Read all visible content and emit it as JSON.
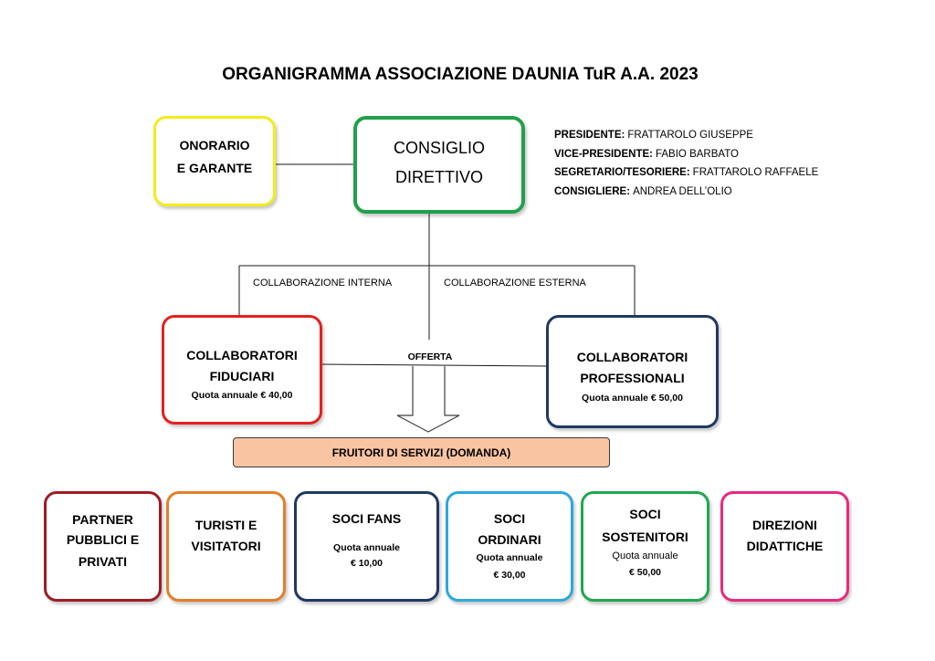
{
  "title": "ORGANIGRAMMA ASSOCIAZIONE DAUNIA TuR A.A. 2023",
  "honorary": {
    "lines": [
      "ONORARIO",
      "E GARANTE"
    ]
  },
  "board": {
    "lines": [
      "CONSIGLIO",
      "DIRETTIVO"
    ]
  },
  "board_members": [
    {
      "role": "PRESIDENTE:",
      "name": "FRATTAROLO GIUSEPPE"
    },
    {
      "role": "VICE-PRESIDENTE:",
      "name": "FABIO BARBATO"
    },
    {
      "role": "SEGRETARIO/TESORIERE:",
      "name": "FRATTAROLO RAFFAELE"
    },
    {
      "role": "CONSIGLIERE:",
      "name": "ANDREA DELL’OLIO"
    }
  ],
  "collaboration": {
    "internal": "COLLABORAZIONE INTERNA",
    "external": "COLLABORAZIONE ESTERNA"
  },
  "offer_label": "OFFERTA",
  "collaborators": {
    "trusted": {
      "lines": [
        "COLLABORATORI",
        "FIDUCIARI"
      ],
      "fee": "Quota annuale € 40,00"
    },
    "professional": {
      "lines": [
        "COLLABORATORI",
        "PROFESSIONALI"
      ],
      "fee": "Quota annuale € 50,00"
    }
  },
  "demand_bar": "FRUITORI DI SERVIZI (DOMANDA)",
  "user_groups": [
    {
      "lines": [
        "PARTNER",
        "PUBBLICI E",
        "PRIVATI"
      ]
    },
    {
      "lines": [
        "TURISTI E",
        "VISITATORI"
      ]
    },
    {
      "lines": [
        "SOCI FANS"
      ],
      "fee_label": "Quota annuale",
      "fee": "€ 10,00"
    },
    {
      "lines": [
        "SOCI",
        "ORDINARI"
      ],
      "fee_label": "Quota annuale",
      "fee": "€ 30,00"
    },
    {
      "lines": [
        "SOCI",
        "SOSTENITORI"
      ],
      "fee_label": "Quota annuale",
      "fee": "€ 50,00"
    },
    {
      "lines": [
        "DIREZIONI",
        "DIDATTICHE"
      ]
    }
  ],
  "colors": {
    "honorary": "#f4ec19",
    "board": "#21a049",
    "trusted": "#e3211f",
    "professional": "#203864",
    "demand_fill": "#f8c4a2",
    "partner": "#a01c23",
    "tourists": "#e57e27",
    "fans": "#203864",
    "ordinary": "#2ca8df",
    "supporters": "#1fa84f",
    "schools": "#e8297f"
  }
}
